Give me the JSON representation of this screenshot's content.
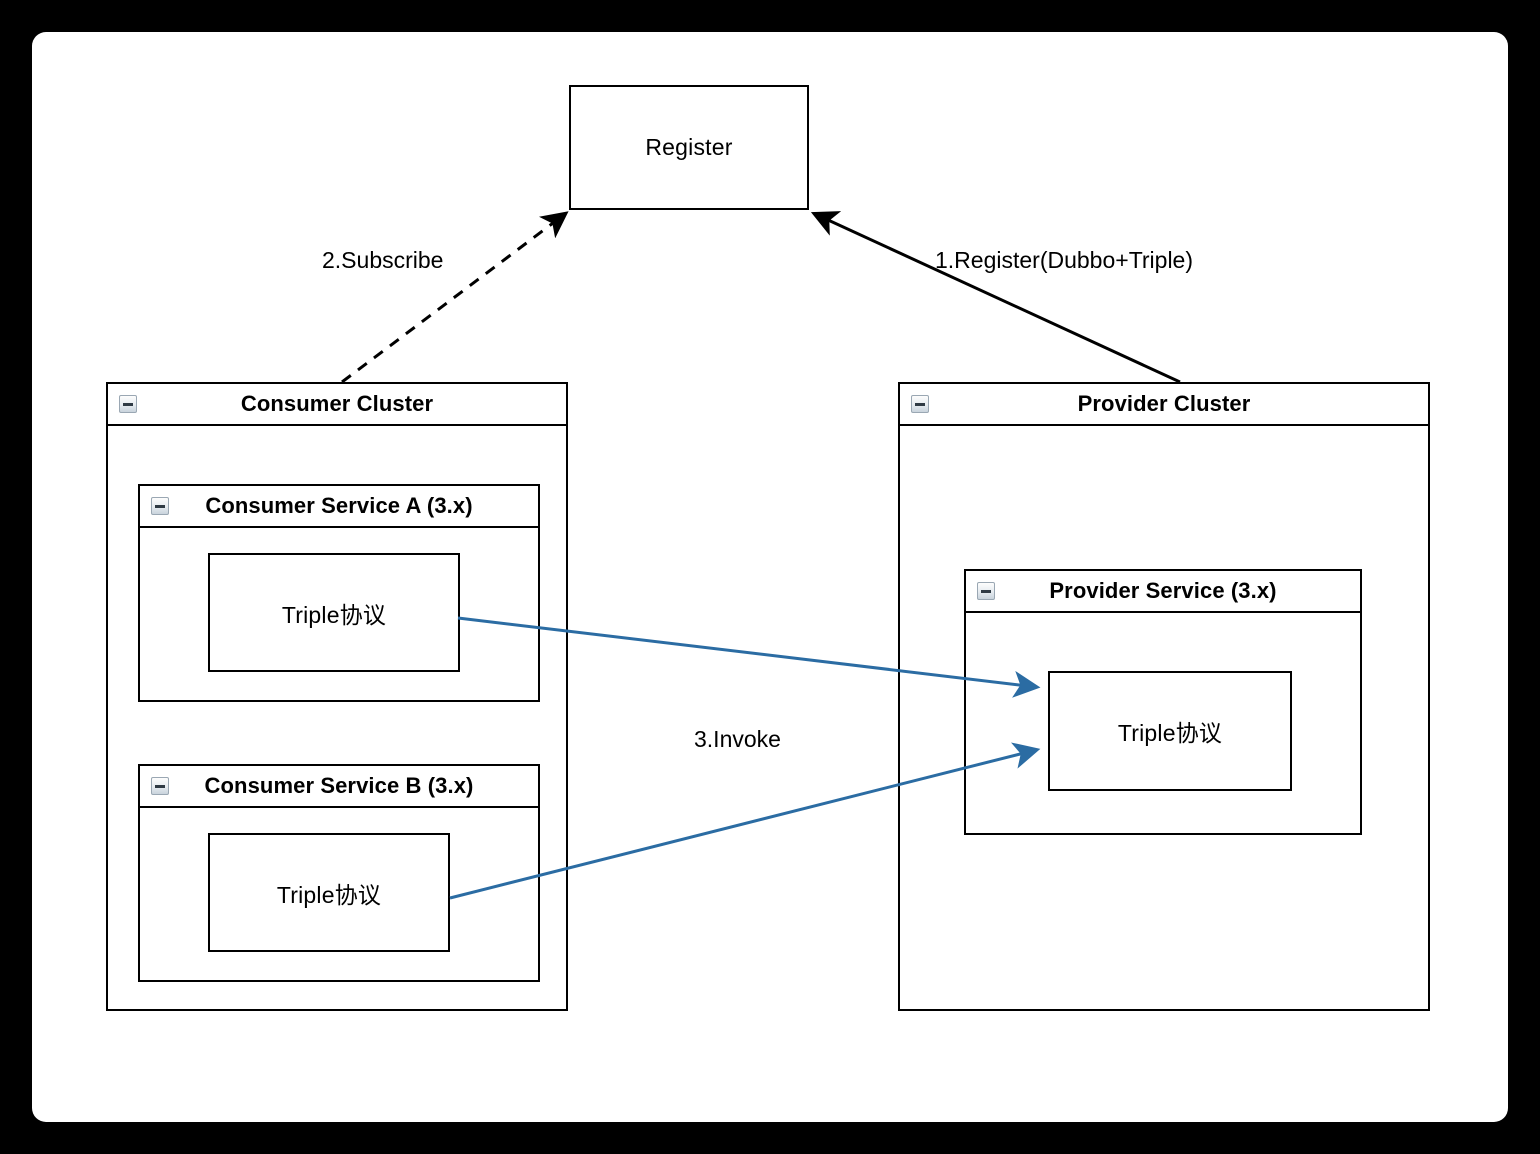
{
  "canvas": {
    "background": "#ffffff",
    "page_background": "#000000"
  },
  "colors": {
    "stroke": "#000000",
    "invoke_arrow": "#2b6ca3",
    "node_fill": "#ffffff",
    "icon_border": "#9aa7b3"
  },
  "nodes": {
    "register": {
      "label": "Register"
    },
    "consumer_cluster": {
      "title": "Consumer Cluster",
      "icon": "collapse-minus-icon",
      "services": [
        {
          "title": "Consumer Service A (3.x)",
          "icon": "collapse-minus-icon",
          "protocol_box": "Triple协议"
        },
        {
          "title": "Consumer Service B (3.x)",
          "icon": "collapse-minus-icon",
          "protocol_box": "Triple协议"
        }
      ]
    },
    "provider_cluster": {
      "title": "Provider Cluster",
      "icon": "collapse-minus-icon",
      "services": [
        {
          "title": "Provider Service (3.x)",
          "icon": "collapse-minus-icon",
          "protocol_box": "Triple协议"
        }
      ]
    }
  },
  "edges": [
    {
      "id": "register-edge",
      "label": "1.Register(Dubbo+Triple)",
      "style": "solid",
      "color": "#000000",
      "from": "provider-cluster",
      "to": "register"
    },
    {
      "id": "subscribe-edge",
      "label": "2.Subscribe",
      "style": "dashed",
      "color": "#000000",
      "from": "consumer-cluster",
      "to": "register"
    },
    {
      "id": "invoke-edge",
      "label": "3.Invoke",
      "style": "solid",
      "color": "#2b6ca3",
      "from": "consumer-triple-protocol",
      "to": "provider-triple-protocol"
    }
  ]
}
